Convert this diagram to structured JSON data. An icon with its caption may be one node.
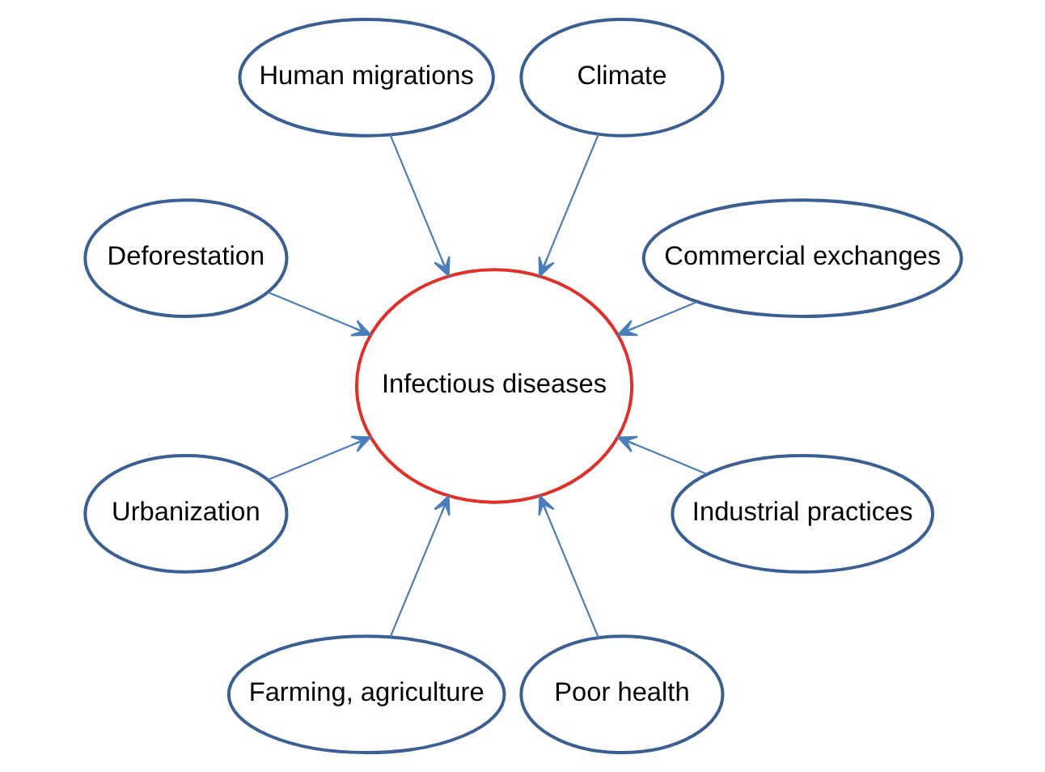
{
  "diagram": {
    "nodes": [
      {
        "text": [
          "Commercial exchanges"
        ]
      },
      {
        "text": [
          "Climate"
        ]
      },
      {
        "text": [
          "Human migrations"
        ]
      },
      {
        "text": [
          "Infectious diseases"
        ]
      },
      {
        "text": [
          "Deforestation"
        ]
      },
      {
        "text": [
          "Urbanization"
        ]
      },
      {
        "text": [
          "Farming, agriculture"
        ]
      },
      {
        "text": [
          "Poor health"
        ]
      },
      {
        "text": [
          "Industrial practices"
        ]
      }
    ],
    "edges": [
      {
        "from": 0,
        "to": 3,
        "arrow": "to"
      },
      {
        "from": 1,
        "to": 3,
        "arrow": "to"
      },
      {
        "from": 4,
        "to": 3,
        "arrow": "to"
      },
      {
        "from": 6,
        "to": 3,
        "arrow": "to"
      },
      {
        "from": 8,
        "to": 3,
        "arrow": "to"
      },
      {
        "from": 7,
        "to": 3,
        "arrow": "to"
      },
      {
        "from": 5,
        "to": 3,
        "arrow": "to"
      },
      {
        "from": 2,
        "to": 3,
        "arrow": "to"
      }
    ]
  }
}
